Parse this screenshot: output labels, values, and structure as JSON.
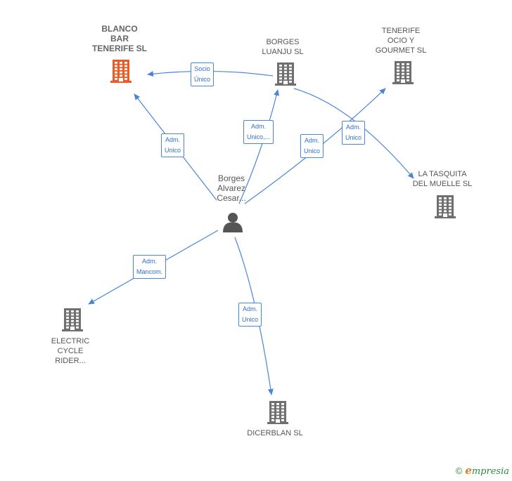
{
  "nodes": {
    "blanco": {
      "label": "BLANCO\nBAR\nTENERIFE  SL",
      "color": "#ee5a26"
    },
    "borges_luanju": {
      "label": "BORGES\nLUANJU  SL",
      "color": "#6f6f6f"
    },
    "tenerife_ocio": {
      "label": "TENERIFE\nOCIO Y\nGOURMET  SL",
      "color": "#6f6f6f"
    },
    "tasquita": {
      "label": "LA TASQUITA\nDEL MUELLE  SL",
      "color": "#6f6f6f"
    },
    "electric": {
      "label": "ELECTRIC\nCYCLE\nRIDER...",
      "color": "#6f6f6f"
    },
    "dicerblan": {
      "label": "DICERBLAN SL",
      "color": "#6f6f6f"
    },
    "person": {
      "label": "Borges\nAlvarez\nCesar...",
      "color": "#555555"
    }
  },
  "edges": {
    "socio_unico": "Socio\nÚnico",
    "adm_unico_blanco": "Adm.\nUnico",
    "adm_unico_luanju": "Adm.\nUnico,...",
    "adm_unico_ocio": "Adm.\nUnico",
    "adm_unico_tasquita": "Adm.\nUnico",
    "adm_mancom": "Adm.\nMancom.",
    "adm_unico_dicerblan": "Adm.\nUnico"
  },
  "colors": {
    "edge": "#4a86d8",
    "building": "#6f6f6f",
    "highlight": "#ee5a26"
  },
  "footer": {
    "copyright": "©",
    "brand_initial": "e",
    "brand_rest": "mpresia"
  }
}
